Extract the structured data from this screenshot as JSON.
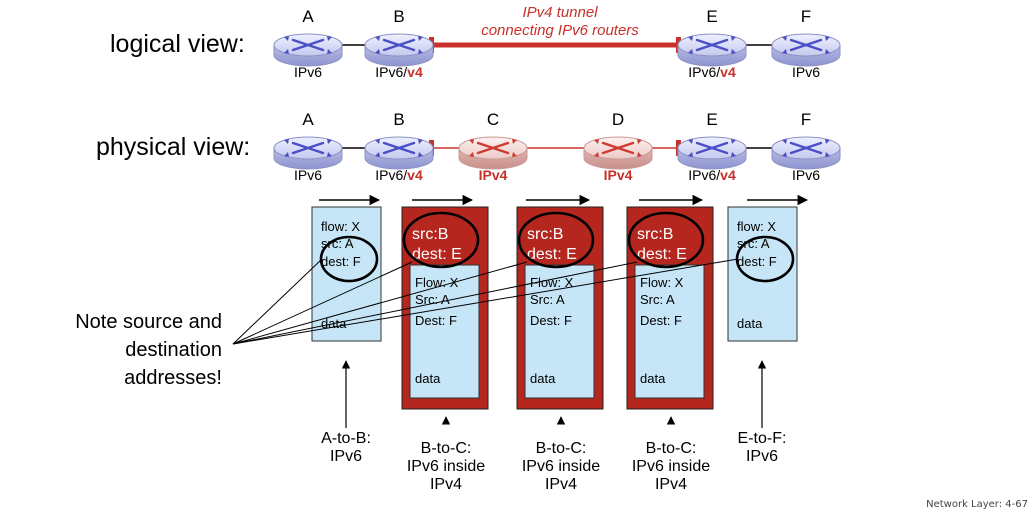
{
  "labels": {
    "logical_view": "logical view:",
    "physical_view": "physical view:",
    "note": [
      "Note source and",
      "destination",
      "addresses!"
    ],
    "tunnel": [
      "IPv4 tunnel",
      "connecting IPv6 routers"
    ],
    "footer": "Network Layer: 4-67"
  },
  "colors": {
    "ipv6_router": "#4a4fc6",
    "ipv4_router": "#cf3b32",
    "tunnel": "#c8302a",
    "ipv6_packet": "#c6e6f7",
    "ipv4_packet": "#b5261f"
  },
  "logical_routers": [
    {
      "letter": "A",
      "proto": [
        {
          "t": "IPv6",
          "c": "black"
        }
      ],
      "kind": "ipv6"
    },
    {
      "letter": "B",
      "proto": [
        {
          "t": "IPv6/",
          "c": "black"
        },
        {
          "t": "v4",
          "c": "red"
        }
      ],
      "kind": "ipv6"
    },
    {
      "letter": "E",
      "proto": [
        {
          "t": "IPv6/",
          "c": "black"
        },
        {
          "t": "v4",
          "c": "red"
        }
      ],
      "kind": "ipv6"
    },
    {
      "letter": "F",
      "proto": [
        {
          "t": "IPv6",
          "c": "black"
        }
      ],
      "kind": "ipv6"
    }
  ],
  "physical_routers": [
    {
      "letter": "A",
      "proto": [
        {
          "t": "IPv6",
          "c": "black"
        }
      ],
      "kind": "ipv6"
    },
    {
      "letter": "B",
      "proto": [
        {
          "t": "IPv6/",
          "c": "black"
        },
        {
          "t": "v4",
          "c": "red"
        }
      ],
      "kind": "ipv6"
    },
    {
      "letter": "C",
      "proto": [
        {
          "t": "IPv4",
          "c": "red"
        }
      ],
      "kind": "ipv4"
    },
    {
      "letter": "D",
      "proto": [
        {
          "t": "IPv4",
          "c": "red"
        }
      ],
      "kind": "ipv4"
    },
    {
      "letter": "E",
      "proto": [
        {
          "t": "IPv6/",
          "c": "black"
        },
        {
          "t": "v4",
          "c": "red"
        }
      ],
      "kind": "ipv6"
    },
    {
      "letter": "F",
      "proto": [
        {
          "t": "IPv6",
          "c": "black"
        }
      ],
      "kind": "ipv6"
    }
  ],
  "packets": [
    {
      "kind": "ipv6",
      "fields": [
        "flow: X",
        "src: A",
        "dest: F"
      ],
      "data": "data",
      "caption": [
        "A-to-B:",
        "IPv6"
      ]
    },
    {
      "kind": "ipv4",
      "outer": [
        "src:B",
        "dest: E"
      ],
      "fields": [
        "Flow: X",
        "Src: A",
        "Dest: F"
      ],
      "data": "data",
      "caption": [
        "B-to-C:",
        "IPv6 inside",
        "IPv4"
      ]
    },
    {
      "kind": "ipv4",
      "outer": [
        "src:B",
        "dest: E"
      ],
      "fields": [
        "Flow: X",
        "Src: A",
        "Dest: F"
      ],
      "data": "data",
      "caption": [
        "B-to-C:",
        "IPv6 inside",
        "IPv4"
      ]
    },
    {
      "kind": "ipv4",
      "outer": [
        "src:B",
        "dest: E"
      ],
      "fields": [
        "Flow: X",
        "Src: A",
        "Dest: F"
      ],
      "data": "data",
      "caption": [
        "B-to-C:",
        "IPv6 inside",
        "IPv4"
      ]
    },
    {
      "kind": "ipv6",
      "fields": [
        "flow: X",
        "src: A",
        "dest: F"
      ],
      "data": "data",
      "caption": [
        "E-to-F:",
        "IPv6"
      ]
    }
  ]
}
